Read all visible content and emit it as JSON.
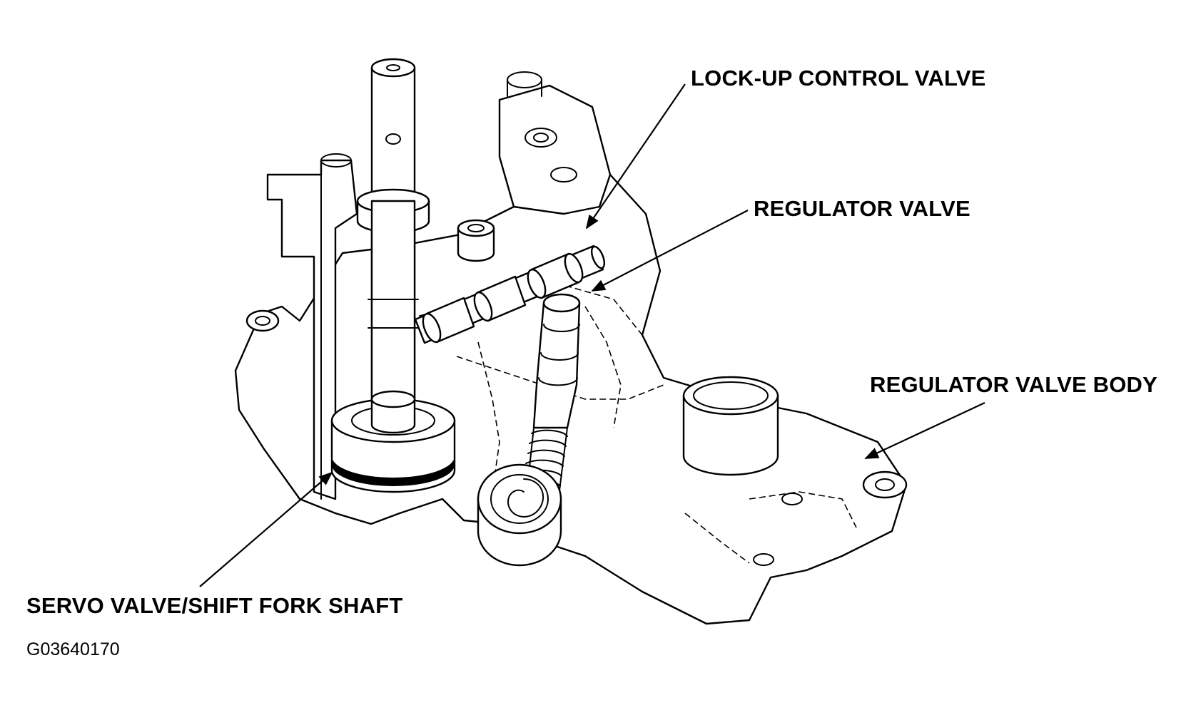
{
  "callouts": {
    "lockup_control_valve": "LOCK-UP CONTROL VALVE",
    "regulator_valve": "REGULATOR VALVE",
    "regulator_valve_body": "REGULATOR VALVE BODY",
    "servo_valve_shift_fork_shaft": "SERVO VALVE/SHIFT FORK SHAFT"
  },
  "figure_code": "G03640170",
  "colors": {
    "line": "#000000",
    "background": "#ffffff"
  }
}
